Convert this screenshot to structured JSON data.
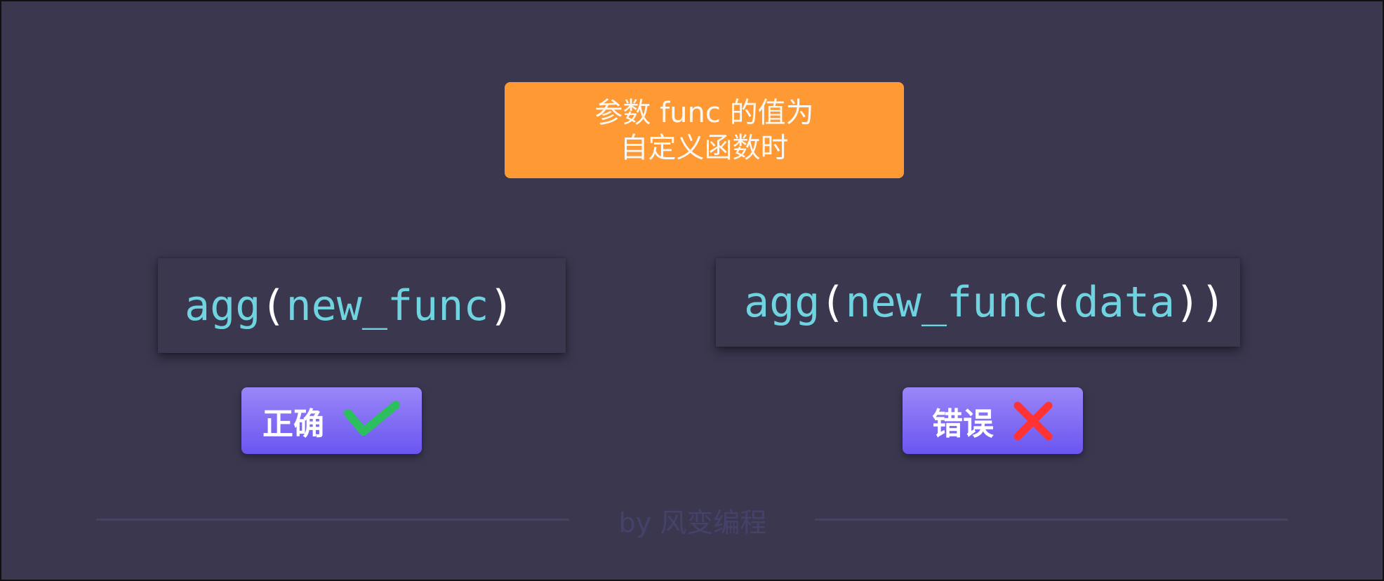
{
  "title": {
    "line1": "参数 func 的值为",
    "line2": "自定义函数时",
    "background_color": "#ff9933"
  },
  "examples": [
    {
      "code_parts": [
        "agg",
        "(",
        "new_func",
        ")"
      ],
      "verdict_label": "正确",
      "verdict_icon": "check-icon",
      "icon_color": "#2dbe60"
    },
    {
      "code_parts": [
        "agg",
        "(",
        "new_func",
        "(",
        "data",
        ")",
        ")"
      ],
      "verdict_label": "错误",
      "verdict_icon": "cross-icon",
      "icon_color": "#ff3333"
    }
  ],
  "colors": {
    "background": "#3a374f",
    "code_text": "#6fd3e0",
    "paren": "#ffffff",
    "button_gradient_top": "#9b86f8",
    "button_gradient_bottom": "#6a56f0"
  },
  "footer": {
    "text": "by 风变编程"
  }
}
